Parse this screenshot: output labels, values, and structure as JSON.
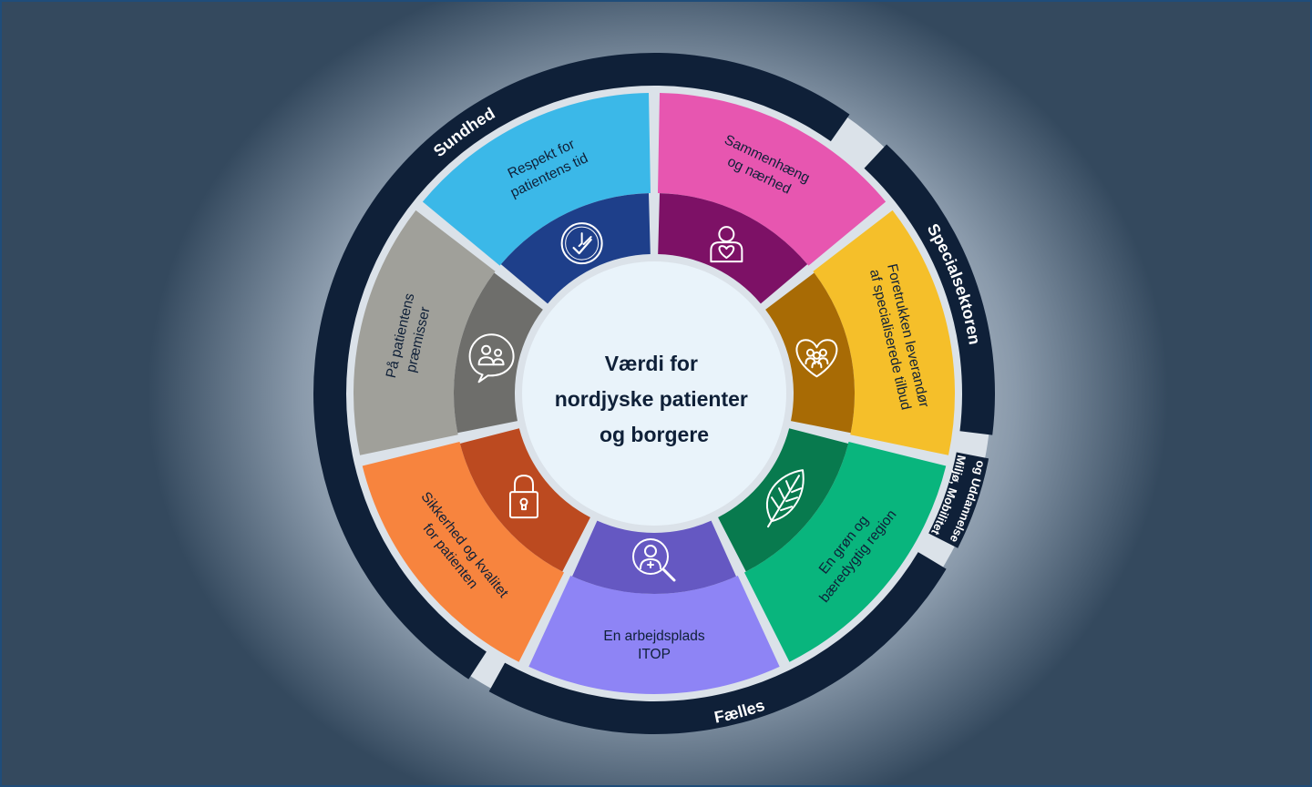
{
  "center": {
    "lines": [
      "Værdi for",
      "nordjyske patienter",
      "og borgere"
    ]
  },
  "segments": [
    {
      "id": "respekt",
      "lines": [
        "Respekt for",
        "patientens tid"
      ],
      "icon": "clock-icon",
      "outer_color": "#3bb8e8",
      "inner_color": "#1e3f8a",
      "text_color": "#0f2038"
    },
    {
      "id": "sammenhaeng",
      "lines": [
        "Sammenhæng",
        "og nærhed"
      ],
      "icon": "person-heart-icon",
      "outer_color": "#e756b0",
      "inner_color": "#7d1166",
      "text_color": "#0f2038"
    },
    {
      "id": "foretrukken",
      "lines": [
        "Foretrukken leverandør",
        "af specialiserede tilbud"
      ],
      "icon": "heart-people-icon",
      "outer_color": "#f5bf2a",
      "inner_color": "#a86b05",
      "text_color": "#0f2038"
    },
    {
      "id": "groen",
      "lines": [
        "En grøn og",
        "bæredygtig region"
      ],
      "icon": "leaf-icon",
      "outer_color": "#09b57d",
      "inner_color": "#087a4e",
      "text_color": "#0f2038"
    },
    {
      "id": "arbejdsplads",
      "lines": [
        "En arbejdsplads",
        "ITOP"
      ],
      "icon": "magnifier-person-icon",
      "outer_color": "#8e84f5",
      "inner_color": "#6558c2",
      "text_color": "#0f2038"
    },
    {
      "id": "sikkerhed",
      "lines": [
        "Sikkerhed og kvalitet",
        "for patienten"
      ],
      "icon": "padlock-icon",
      "outer_color": "#f7843e",
      "inner_color": "#bc4a20",
      "text_color": "#0f2038"
    },
    {
      "id": "praemisser",
      "lines": [
        "På patientens",
        "præmisser"
      ],
      "icon": "speech-people-icon",
      "outer_color": "#a0a09a",
      "inner_color": "#6e6e6b",
      "text_color": "#0f2038"
    }
  ],
  "ring": {
    "sundhed": "Sundhed",
    "specialsektoren": "Specialsektoren",
    "miljoe": [
      "Miljø, Mobilitet",
      "og Uddannelse"
    ],
    "faelles": "Fælles"
  },
  "colors": {
    "ring": "#0f2038",
    "background_light": "#eef2f6",
    "background_dark": "#34495e",
    "center_fill": "#e9f3fa"
  }
}
